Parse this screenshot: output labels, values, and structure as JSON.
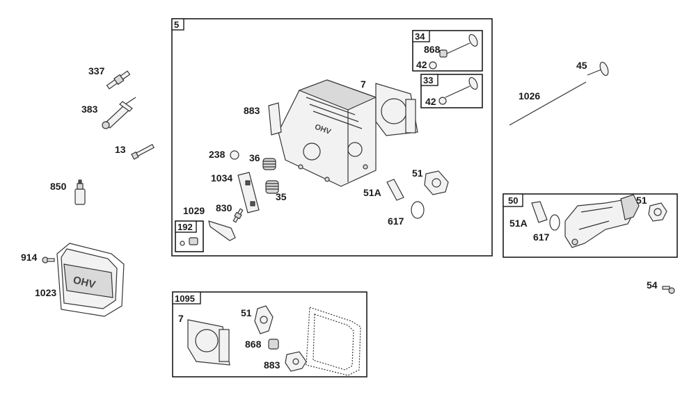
{
  "groups": [
    {
      "id": "5"
    },
    {
      "id": "34"
    },
    {
      "id": "33"
    },
    {
      "id": "192"
    },
    {
      "id": "50"
    },
    {
      "id": "1095"
    }
  ],
  "callouts": {
    "c337": "337",
    "c383": "383",
    "c13": "13",
    "c850": "850",
    "c914": "914",
    "c1023": "1023",
    "c883a": "883",
    "c7a": "7",
    "c238": "238",
    "c36": "36",
    "c1034": "1034",
    "c35": "35",
    "c1029": "1029",
    "c830": "830",
    "c51a": "51",
    "c51Aa": "51A",
    "c617a": "617",
    "c868a": "868",
    "c42a": "42",
    "c42b": "42",
    "c45": "45",
    "c1026": "1026",
    "c51Ab": "51A",
    "c617b": "617",
    "c51b": "51",
    "c54": "54",
    "c7b": "7",
    "c51c": "51",
    "c868b": "868",
    "c883b": "883"
  }
}
